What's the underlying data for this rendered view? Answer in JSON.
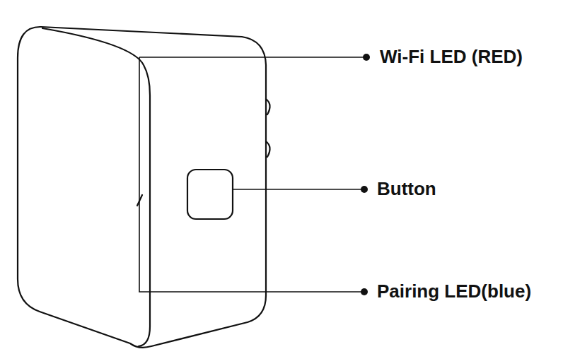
{
  "diagram": {
    "labels": [
      "Wi-Fi LED (RED)",
      "Button",
      "Pairing LED(blue)"
    ]
  }
}
